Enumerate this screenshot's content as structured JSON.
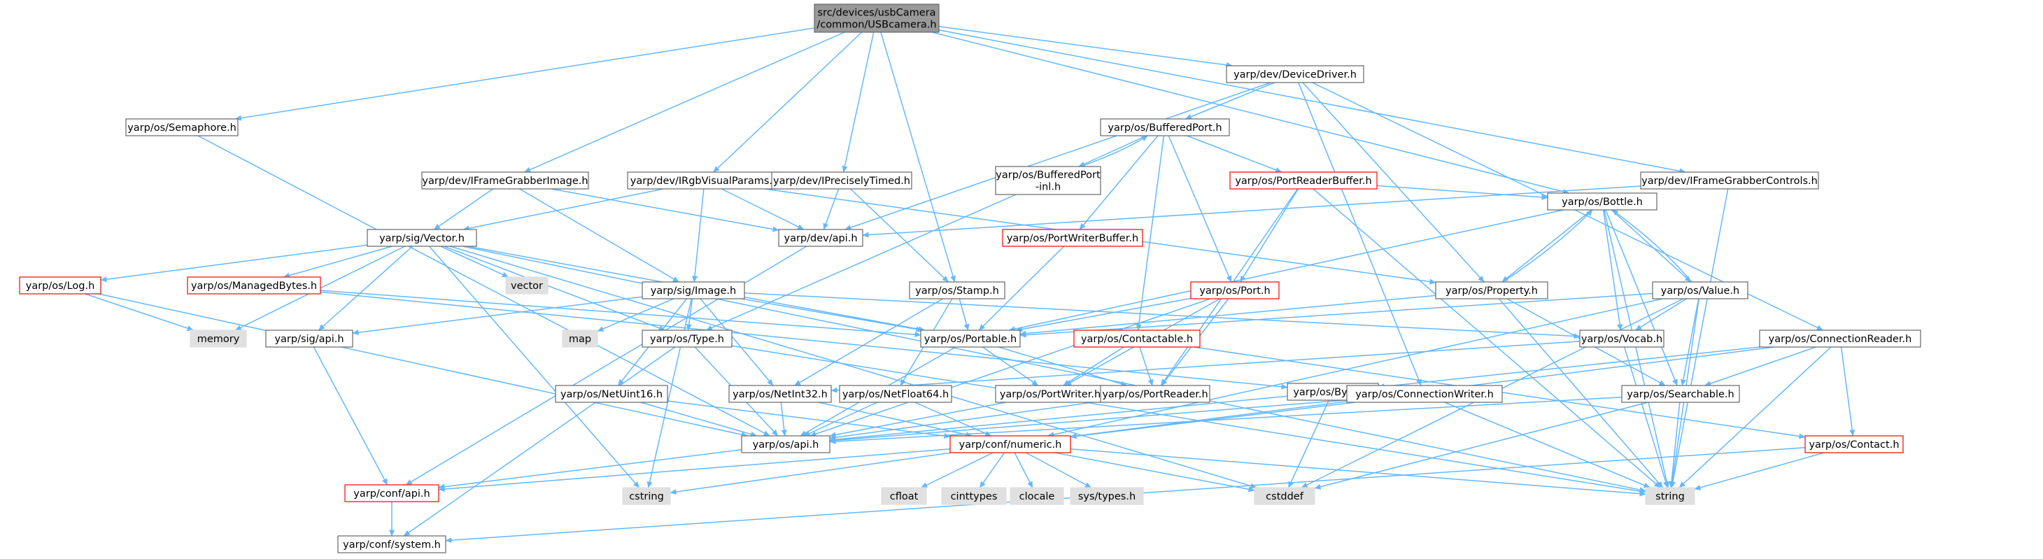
{
  "colors": {
    "edge": "#63b8ff",
    "node_fill": "#ffffff",
    "node_border": "#666666",
    "root_fill": "#999999",
    "root_border": "#666666",
    "incomplete_border": "#ff0000",
    "system_fill": "#e0e0e0",
    "system_border": "#e0e0e0",
    "text": "#000000"
  },
  "nodes": [
    {
      "id": "root",
      "kind": "root",
      "lines": [
        "src/devices/usbCamera",
        "/common/USBcamera.h"
      ]
    },
    {
      "id": "semaphore",
      "kind": "normal",
      "lines": [
        "yarp/os/Semaphore.h"
      ]
    },
    {
      "id": "iframegrabberimage",
      "kind": "normal",
      "lines": [
        "yarp/dev/IFrameGrabberImage.h"
      ]
    },
    {
      "id": "irgbvisualparams",
      "kind": "normal",
      "lines": [
        "yarp/dev/IRgbVisualParams.h"
      ]
    },
    {
      "id": "ipreciselytimed",
      "kind": "normal",
      "lines": [
        "yarp/dev/IPreciselyTimed.h"
      ]
    },
    {
      "id": "devicedriver",
      "kind": "normal",
      "lines": [
        "yarp/dev/DeviceDriver.h"
      ]
    },
    {
      "id": "iframegrabbercontrols",
      "kind": "normal",
      "lines": [
        "yarp/dev/IFrameGrabberControls.h"
      ]
    },
    {
      "id": "bufferedport",
      "kind": "normal",
      "lines": [
        "yarp/os/BufferedPort.h"
      ]
    },
    {
      "id": "bufferedportinl",
      "kind": "normal",
      "lines": [
        "yarp/os/BufferedPort",
        "-inl.h"
      ]
    },
    {
      "id": "portreaderbuffer",
      "kind": "incomplete",
      "lines": [
        "yarp/os/PortReaderBuffer.h"
      ]
    },
    {
      "id": "portwriterbuffer",
      "kind": "incomplete",
      "lines": [
        "yarp/os/PortWriterBuffer.h"
      ]
    },
    {
      "id": "devapi",
      "kind": "normal",
      "lines": [
        "yarp/dev/api.h"
      ]
    },
    {
      "id": "vector",
      "kind": "normal",
      "lines": [
        "yarp/sig/Vector.h"
      ]
    },
    {
      "id": "vectorstd",
      "kind": "system",
      "lines": [
        "vector"
      ]
    },
    {
      "id": "log",
      "kind": "incomplete",
      "lines": [
        "yarp/os/Log.h"
      ]
    },
    {
      "id": "managedbytes",
      "kind": "incomplete",
      "lines": [
        "yarp/os/ManagedBytes.h"
      ]
    },
    {
      "id": "memory",
      "kind": "system",
      "lines": [
        "memory"
      ]
    },
    {
      "id": "sigapi",
      "kind": "normal",
      "lines": [
        "yarp/sig/api.h"
      ]
    },
    {
      "id": "image",
      "kind": "normal",
      "lines": [
        "yarp/sig/Image.h"
      ]
    },
    {
      "id": "map",
      "kind": "system",
      "lines": [
        "map"
      ]
    },
    {
      "id": "type",
      "kind": "normal",
      "lines": [
        "yarp/os/Type.h"
      ]
    },
    {
      "id": "stamp",
      "kind": "normal",
      "lines": [
        "yarp/os/Stamp.h"
      ]
    },
    {
      "id": "port",
      "kind": "incomplete",
      "lines": [
        "yarp/os/Port.h"
      ]
    },
    {
      "id": "portable",
      "kind": "normal",
      "lines": [
        "yarp/os/Portable.h"
      ]
    },
    {
      "id": "contactable",
      "kind": "incomplete",
      "lines": [
        "yarp/os/Contactable.h"
      ]
    },
    {
      "id": "bottle",
      "kind": "normal",
      "lines": [
        "yarp/os/Bottle.h"
      ]
    },
    {
      "id": "property",
      "kind": "normal",
      "lines": [
        "yarp/os/Property.h"
      ]
    },
    {
      "id": "value",
      "kind": "normal",
      "lines": [
        "yarp/os/Value.h"
      ]
    },
    {
      "id": "vocab",
      "kind": "normal",
      "lines": [
        "yarp/os/Vocab.h"
      ]
    },
    {
      "id": "connectionreader",
      "kind": "normal",
      "lines": [
        "yarp/os/ConnectionReader.h"
      ]
    },
    {
      "id": "netuint16",
      "kind": "normal",
      "lines": [
        "yarp/os/NetUint16.h"
      ]
    },
    {
      "id": "netint32",
      "kind": "normal",
      "lines": [
        "yarp/os/NetInt32.h"
      ]
    },
    {
      "id": "netfloat64",
      "kind": "normal",
      "lines": [
        "yarp/os/NetFloat64.h"
      ]
    },
    {
      "id": "portwriter",
      "kind": "normal",
      "lines": [
        "yarp/os/PortWriter.h"
      ]
    },
    {
      "id": "portreader",
      "kind": "normal",
      "lines": [
        "yarp/os/PortReader.h"
      ]
    },
    {
      "id": "bytes",
      "kind": "normal",
      "lines": [
        "yarp/os/Bytes.h"
      ]
    },
    {
      "id": "connectionwriter",
      "kind": "normal",
      "lines": [
        "yarp/os/ConnectionWriter.h"
      ]
    },
    {
      "id": "searchable",
      "kind": "normal",
      "lines": [
        "yarp/os/Searchable.h"
      ]
    },
    {
      "id": "osapi",
      "kind": "normal",
      "lines": [
        "yarp/os/api.h"
      ]
    },
    {
      "id": "numeric",
      "kind": "incomplete",
      "lines": [
        "yarp/conf/numeric.h"
      ]
    },
    {
      "id": "contact",
      "kind": "incomplete",
      "lines": [
        "yarp/os/Contact.h"
      ]
    },
    {
      "id": "confapi",
      "kind": "incomplete",
      "lines": [
        "yarp/conf/api.h"
      ]
    },
    {
      "id": "cstring",
      "kind": "system",
      "lines": [
        "cstring"
      ]
    },
    {
      "id": "cfloat",
      "kind": "system",
      "lines": [
        "cfloat"
      ]
    },
    {
      "id": "cinttypes",
      "kind": "system",
      "lines": [
        "cinttypes"
      ]
    },
    {
      "id": "clocale",
      "kind": "system",
      "lines": [
        "clocale"
      ]
    },
    {
      "id": "systypes",
      "kind": "system",
      "lines": [
        "sys/types.h"
      ]
    },
    {
      "id": "cstddef",
      "kind": "system",
      "lines": [
        "cstddef"
      ]
    },
    {
      "id": "string",
      "kind": "system",
      "lines": [
        "string"
      ]
    },
    {
      "id": "system",
      "kind": "normal",
      "lines": [
        "yarp/conf/system.h"
      ]
    }
  ],
  "edges": [
    [
      "root",
      "semaphore"
    ],
    [
      "root",
      "iframegrabberimage"
    ],
    [
      "root",
      "irgbvisualparams"
    ],
    [
      "root",
      "ipreciselytimed"
    ],
    [
      "root",
      "stamp"
    ],
    [
      "root",
      "devicedriver"
    ],
    [
      "root",
      "iframegrabbercontrols"
    ],
    [
      "root",
      "bottle"
    ],
    [
      "semaphore",
      "osapi"
    ],
    [
      "iframegrabberimage",
      "vector"
    ],
    [
      "iframegrabberimage",
      "image"
    ],
    [
      "iframegrabberimage",
      "devapi"
    ],
    [
      "irgbvisualparams",
      "vector"
    ],
    [
      "irgbvisualparams",
      "image"
    ],
    [
      "irgbvisualparams",
      "devapi"
    ],
    [
      "irgbvisualparams",
      "property"
    ],
    [
      "ipreciselytimed",
      "devapi"
    ],
    [
      "ipreciselytimed",
      "stamp"
    ],
    [
      "devicedriver",
      "devapi"
    ],
    [
      "devicedriver",
      "bufferedport"
    ],
    [
      "devicedriver",
      "property"
    ],
    [
      "devicedriver",
      "connectionwriter"
    ],
    [
      "devicedriver",
      "connectionreader"
    ],
    [
      "iframegrabbercontrols",
      "devapi"
    ],
    [
      "iframegrabbercontrols",
      "string"
    ],
    [
      "bufferedport",
      "bufferedportinl"
    ],
    [
      "bufferedport",
      "portreaderbuffer"
    ],
    [
      "bufferedport",
      "portwriterbuffer"
    ],
    [
      "bufferedport",
      "port"
    ],
    [
      "bufferedport",
      "contactable"
    ],
    [
      "bufferedportinl",
      "bufferedport"
    ],
    [
      "bufferedportinl",
      "type"
    ],
    [
      "portreaderbuffer",
      "port"
    ],
    [
      "portreaderbuffer",
      "bottle"
    ],
    [
      "portreaderbuffer",
      "portreader"
    ],
    [
      "portreaderbuffer",
      "string"
    ],
    [
      "portwriterbuffer",
      "portable"
    ],
    [
      "devapi",
      "confapi"
    ],
    [
      "vector",
      "log"
    ],
    [
      "vector",
      "managedbytes"
    ],
    [
      "vector",
      "memory"
    ],
    [
      "vector",
      "vectorstd"
    ],
    [
      "vector",
      "sigapi"
    ],
    [
      "vector",
      "type"
    ],
    [
      "vector",
      "portable"
    ],
    [
      "vector",
      "cstring"
    ],
    [
      "vector",
      "string"
    ],
    [
      "vector",
      "cstddef"
    ],
    [
      "log",
      "memory"
    ],
    [
      "log",
      "osapi"
    ],
    [
      "managedbytes",
      "bytes"
    ],
    [
      "managedbytes",
      "portable"
    ],
    [
      "sigapi",
      "confapi"
    ],
    [
      "image",
      "map"
    ],
    [
      "image",
      "sigapi"
    ],
    [
      "image",
      "type"
    ],
    [
      "image",
      "portable"
    ],
    [
      "image",
      "netuint16"
    ],
    [
      "image",
      "netint32"
    ],
    [
      "image",
      "vocab"
    ],
    [
      "image",
      "cstring"
    ],
    [
      "type",
      "osapi"
    ],
    [
      "type",
      "string"
    ],
    [
      "type",
      "system"
    ],
    [
      "stamp",
      "portable"
    ],
    [
      "stamp",
      "netint32"
    ],
    [
      "stamp",
      "netfloat64"
    ],
    [
      "port",
      "portable"
    ],
    [
      "port",
      "portwriter"
    ],
    [
      "port",
      "portreader"
    ],
    [
      "port",
      "osapi"
    ],
    [
      "portable",
      "portwriter"
    ],
    [
      "portable",
      "portreader"
    ],
    [
      "portable",
      "osapi"
    ],
    [
      "contactable",
      "portwriter"
    ],
    [
      "contactable",
      "portreader"
    ],
    [
      "contactable",
      "contact"
    ],
    [
      "bottle",
      "portable"
    ],
    [
      "bottle",
      "property"
    ],
    [
      "bottle",
      "value"
    ],
    [
      "bottle",
      "vocab"
    ],
    [
      "bottle",
      "searchable"
    ],
    [
      "bottle",
      "string"
    ],
    [
      "property",
      "bottle"
    ],
    [
      "property",
      "portable"
    ],
    [
      "property",
      "searchable"
    ],
    [
      "property",
      "string"
    ],
    [
      "value",
      "bottle"
    ],
    [
      "value",
      "portable"
    ],
    [
      "value",
      "vocab"
    ],
    [
      "value",
      "searchable"
    ],
    [
      "value",
      "numeric"
    ],
    [
      "value",
      "cstddef"
    ],
    [
      "value",
      "string"
    ],
    [
      "vocab",
      "netint32"
    ],
    [
      "vocab",
      "string"
    ],
    [
      "connectionreader",
      "bytes"
    ],
    [
      "connectionreader",
      "searchable"
    ],
    [
      "connectionreader",
      "contact"
    ],
    [
      "connectionreader",
      "numeric"
    ],
    [
      "connectionreader",
      "string"
    ],
    [
      "netuint16",
      "osapi"
    ],
    [
      "netuint16",
      "numeric"
    ],
    [
      "netint32",
      "osapi"
    ],
    [
      "netint32",
      "numeric"
    ],
    [
      "netfloat64",
      "osapi"
    ],
    [
      "netfloat64",
      "numeric"
    ],
    [
      "portwriter",
      "osapi"
    ],
    [
      "portreader",
      "osapi"
    ],
    [
      "bytes",
      "osapi"
    ],
    [
      "bytes",
      "cstddef"
    ],
    [
      "connectionwriter",
      "osapi"
    ],
    [
      "connectionwriter",
      "numeric"
    ],
    [
      "connectionwriter",
      "string"
    ],
    [
      "searchable",
      "osapi"
    ],
    [
      "searchable",
      "string"
    ],
    [
      "searchable",
      "cstddef"
    ],
    [
      "osapi",
      "confapi"
    ],
    [
      "numeric",
      "confapi"
    ],
    [
      "numeric",
      "cstring"
    ],
    [
      "numeric",
      "cfloat"
    ],
    [
      "numeric",
      "cinttypes"
    ],
    [
      "numeric",
      "clocale"
    ],
    [
      "numeric",
      "systypes"
    ],
    [
      "numeric",
      "cstddef"
    ],
    [
      "numeric",
      "string"
    ],
    [
      "contact",
      "string"
    ],
    [
      "contact",
      "system"
    ],
    [
      "confapi",
      "system"
    ]
  ]
}
